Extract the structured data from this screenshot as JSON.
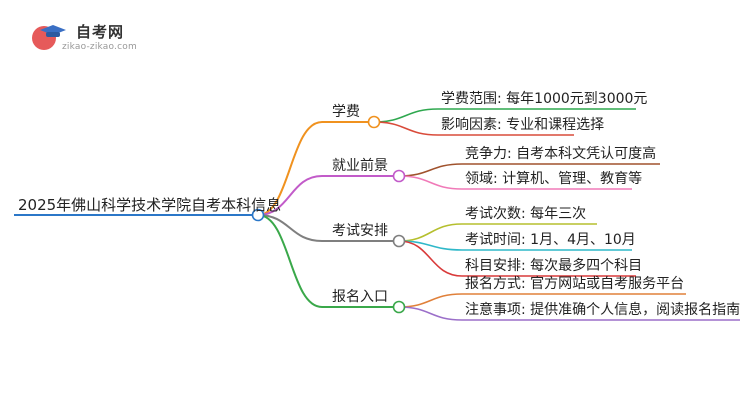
{
  "logo": {
    "name": "自考网",
    "url": "zikao-zikao.com"
  },
  "root": {
    "label": "2025年佛山科学技术学院自考本科信息"
  },
  "branches": [
    {
      "label": "学费",
      "color": "#f0921f",
      "leaves": [
        {
          "label": "学费范围: 每年1000元到3000元",
          "color": "#2fa84f"
        },
        {
          "label": "影响因素: 专业和课程选择",
          "color": "#d94b3a"
        }
      ]
    },
    {
      "label": "就业前景",
      "color": "#c25bc9",
      "leaves": [
        {
          "label": "竞争力: 自考本科文凭认可度高",
          "color": "#a0522d"
        },
        {
          "label": "领域: 计算机、管理、教育等",
          "color": "#f07ab8"
        }
      ]
    },
    {
      "label": "考试安排",
      "color": "#7f7f7f",
      "leaves": [
        {
          "label": "考试次数: 每年三次",
          "color": "#b5bf2e"
        },
        {
          "label": "考试时间: 1月、4月、10月",
          "color": "#2fb8c9"
        },
        {
          "label": "科目安排: 每次最多四个科目",
          "color": "#d93a3a"
        }
      ]
    },
    {
      "label": "报名入口",
      "color": "#3aa84a",
      "leaves": [
        {
          "label": "报名方式: 官方网站或自考服务平台",
          "color": "#e0803a"
        },
        {
          "label": "注意事项: 提供准确个人信息，阅读报名指南",
          "color": "#9b6fc9"
        }
      ]
    }
  ]
}
